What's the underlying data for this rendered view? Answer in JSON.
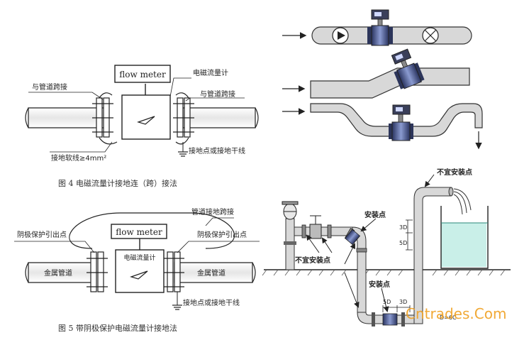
{
  "fig4": {
    "meter_label": "flow meter",
    "label_emf": "电磁流量计",
    "label_bridge_left": "与管道跨接",
    "label_bridge_right": "与管道跨接",
    "label_soft_wire": "接地软线≥4mm²",
    "label_ground": "接地点或接地干线",
    "caption": "图 4    电磁流量计接地连（跨）接法"
  },
  "fig5": {
    "meter_label": "flow meter",
    "meter_sub": "电磁流量计",
    "label_pipe_bridge": "管道接地跨接",
    "label_cathodic_left": "阴极保护引出点",
    "label_cathodic_right": "阴极保护引出点",
    "label_metal_left": "金属管道",
    "label_metal_right": "金属管道",
    "label_ground": "接地点或接地干线",
    "caption": "图 5    带阴极保护电磁流量计接地法"
  },
  "install": {
    "label_not_suitable_top": "不宜安装点",
    "label_suitable_mid": "安装点",
    "label_3d": "3D",
    "label_5d": "5D",
    "label_not_suitable_bottom": "不宜安装点",
    "label_suitable_bottom": "安装点",
    "label_5d_bottom": "5D",
    "label_3d_bottom": "3D",
    "label_dim": "D=6C"
  },
  "watermark": "Cntrades.Com",
  "colors": {
    "pipe": "#d6d6d6",
    "meter_blue": "#3d4a7a",
    "water": "#c9efe8",
    "watermark": "#f0a020"
  }
}
